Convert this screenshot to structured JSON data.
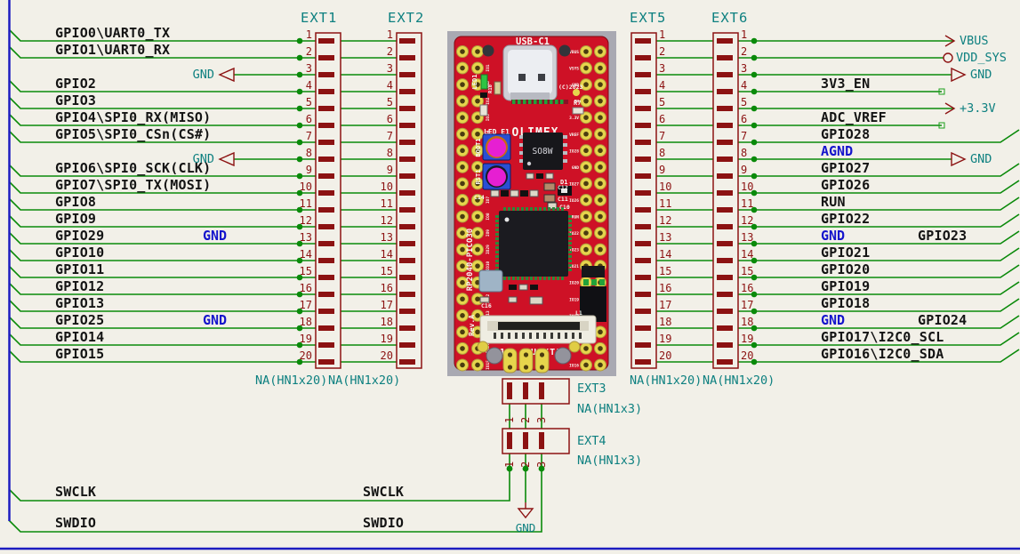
{
  "colors": {
    "canvas_bg": "#f2f0e8",
    "wire_green": "#0a8a0a",
    "device_maroon": "#8c1212",
    "sheet_teal": "#0e8080",
    "net_blue": "#1414cc",
    "border_blue": "#1c1cc0",
    "pcb_red": "#ce1126"
  },
  "headers": {
    "ext1": "EXT1",
    "ext2": "EXT2",
    "ext5": "EXT5",
    "ext6": "EXT6",
    "na20": "NA(HN1x20)",
    "na3": "NA(HN1x3)",
    "ext3": "EXT3",
    "ext4": "EXT4"
  },
  "left_rows": [
    {
      "pin": "1",
      "label": "GPIO0\\UART0_TX"
    },
    {
      "pin": "2",
      "label": "GPIO1\\UART0_RX"
    },
    {
      "pin": "3",
      "hier_gnd": "GND"
    },
    {
      "pin": "4",
      "label": "GPIO2"
    },
    {
      "pin": "5",
      "label": "GPIO3"
    },
    {
      "pin": "6",
      "label": "GPIO4\\SPI0_RX(MISO)"
    },
    {
      "pin": "7",
      "label": "GPIO5\\SPI0_CSn(CS#)"
    },
    {
      "pin": "8",
      "hier_gnd": "GND"
    },
    {
      "pin": "9",
      "label": "GPIO6\\SPI0_SCK(CLK)"
    },
    {
      "pin": "10",
      "label": "GPIO7\\SPI0_TX(MOSI)"
    },
    {
      "pin": "11",
      "label": "GPIO8"
    },
    {
      "pin": "12",
      "label": "GPIO9"
    },
    {
      "pin": "13",
      "label": "GPIO29",
      "net": "GND"
    },
    {
      "pin": "14",
      "label": "GPIO10"
    },
    {
      "pin": "15",
      "label": "GPIO11"
    },
    {
      "pin": "16",
      "label": "GPIO12"
    },
    {
      "pin": "17",
      "label": "GPIO13"
    },
    {
      "pin": "18",
      "label": "GPIO25",
      "net": "GND"
    },
    {
      "pin": "19",
      "label": "GPIO14"
    },
    {
      "pin": "20",
      "label": "GPIO15"
    }
  ],
  "right_rows": [
    {
      "pin": "1",
      "end": "arrow",
      "hier": "VBUS"
    },
    {
      "pin": "2",
      "end": "circle",
      "hier": "VDD_SYS"
    },
    {
      "pin": "3",
      "end": "tri",
      "hier": "GND"
    },
    {
      "pin": "4",
      "label": "3V3_EN",
      "end": "square"
    },
    {
      "pin": "5",
      "end": "arrow",
      "hier": "+3.3V"
    },
    {
      "pin": "6",
      "label": "ADC_VREF",
      "end": "square"
    },
    {
      "pin": "7",
      "label": "GPIO28",
      "end": "edge"
    },
    {
      "pin": "8",
      "net": "AGND",
      "end": "tri",
      "hier": "GND"
    },
    {
      "pin": "9",
      "label": "GPIO27",
      "end": "edge"
    },
    {
      "pin": "10",
      "label": "GPIO26",
      "end": "edge"
    },
    {
      "pin": "11",
      "label": "RUN",
      "end": "edge"
    },
    {
      "pin": "12",
      "label": "GPIO22",
      "end": "edge"
    },
    {
      "pin": "13",
      "net": "GND",
      "label2": "GPIO23",
      "end": "edge"
    },
    {
      "pin": "14",
      "label": "GPIO21",
      "end": "edge"
    },
    {
      "pin": "15",
      "label": "GPIO20",
      "end": "edge"
    },
    {
      "pin": "16",
      "label": "GPIO19",
      "end": "edge"
    },
    {
      "pin": "17",
      "label": "GPIO18",
      "end": "edge"
    },
    {
      "pin": "18",
      "net": "GND",
      "label2": "GPIO24",
      "end": "edge"
    },
    {
      "pin": "19",
      "label": "GPIO17\\I2C0_SCL",
      "end": "edge"
    },
    {
      "pin": "20",
      "label": "GPIO16\\I2C0_SDA",
      "end": "edge"
    }
  ],
  "bottom": {
    "ext3_pins": [
      "1",
      "2",
      "3"
    ],
    "ext4_pins": [
      "1",
      "2",
      "3"
    ],
    "swclk": "SWCLK",
    "swdio": "SWDIO",
    "gnd": "GND"
  },
  "board": {
    "usb": "USB-C1",
    "led1": "LED1",
    "r10": "R10",
    "led_e1": "LED_E1",
    "olimex": "OLIMEX",
    "boot": "BOOT1",
    "rst": "RST1",
    "so8w": "SO8W",
    "copyright": "(C)2023",
    "r7": "R7",
    "d1": "D1",
    "c12": "C12",
    "c11": "C11",
    "c10": "C10",
    "c7": "C7",
    "c6": "C6",
    "c17": "C17",
    "c14": "C14",
    "c16": "C16",
    "l1": "L1",
    "mcu": "RP2040-PICO30",
    "rev": "Rev.A",
    "puext_pin1": "1",
    "puext": "pUEXT1",
    "pad_labels_left": [
      "IO0",
      "IO1",
      "GND",
      "IO2",
      "IO3",
      "IO4",
      "IO5",
      "GND",
      "IO6",
      "IO7",
      "IO8",
      "IO9",
      "IO29",
      "IO10",
      "IO11",
      "IO12",
      "IO13",
      "IO25",
      "IO14",
      "IO15"
    ],
    "pad_labels_right": [
      "VBUS",
      "VSYS",
      "GND",
      "EN",
      "3.3V",
      "VREF",
      "IO28",
      "GND",
      "IO27",
      "IO26",
      "RUN",
      "IO22",
      "IO23",
      "IO21",
      "IO20",
      "IO19",
      "IO18",
      "IO24",
      "IO17",
      "IO16"
    ]
  }
}
